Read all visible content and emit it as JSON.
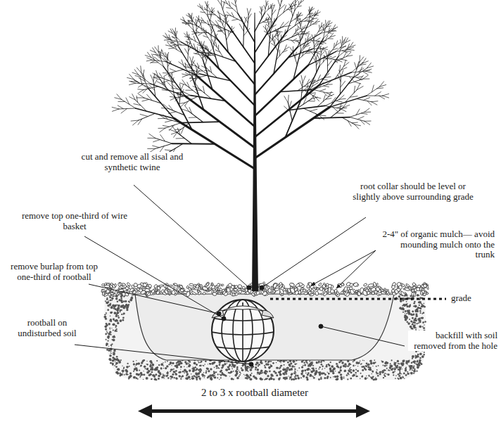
{
  "diagram": {
    "labels": [
      "cut and remove all sisal and synthetic twine",
      "remove top one-third of wire basket",
      "remove burlap from top one-third of rootball",
      "rootball on undisturbed soil",
      "root collar should be level or slightly above surrounding grade",
      "2-4\" of organic mulch— avoid mounding mulch onto the trunk",
      "grade",
      "backfill with soil removed from the hole",
      "2 to 3 x rootball diameter"
    ]
  }
}
